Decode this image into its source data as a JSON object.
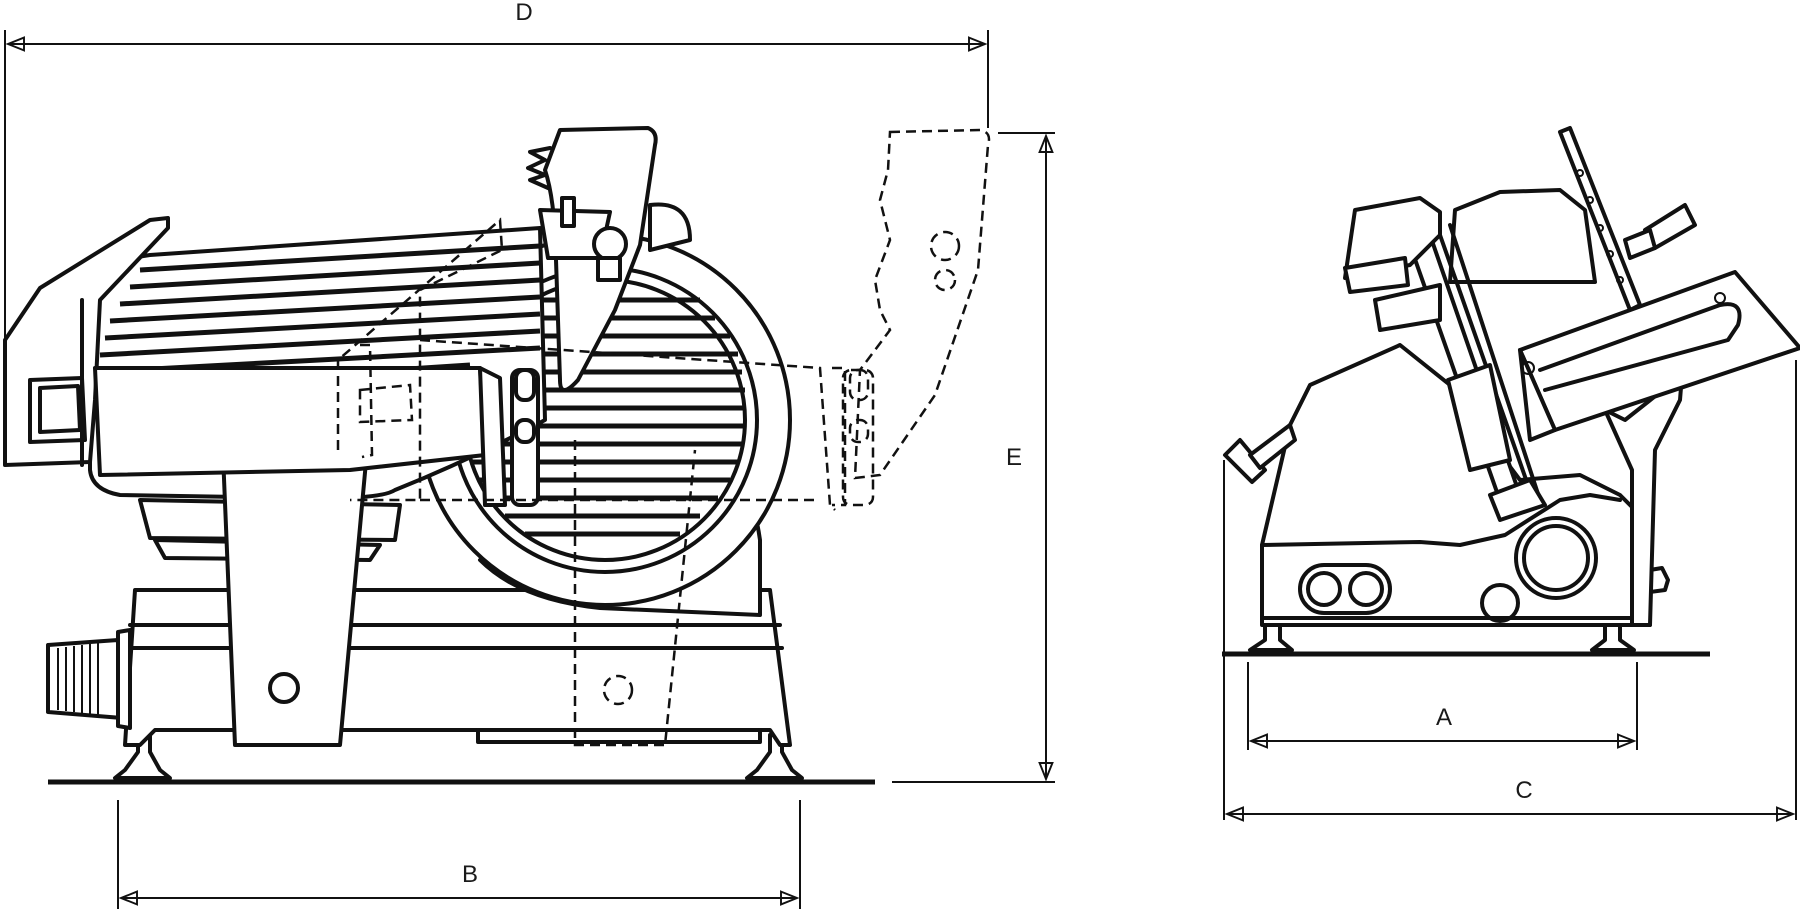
{
  "dimensions": {
    "A": "A",
    "B": "B",
    "C": "C",
    "D": "D",
    "E": "E"
  },
  "colors": {
    "ink": "#111111",
    "paper": "#ffffff"
  }
}
